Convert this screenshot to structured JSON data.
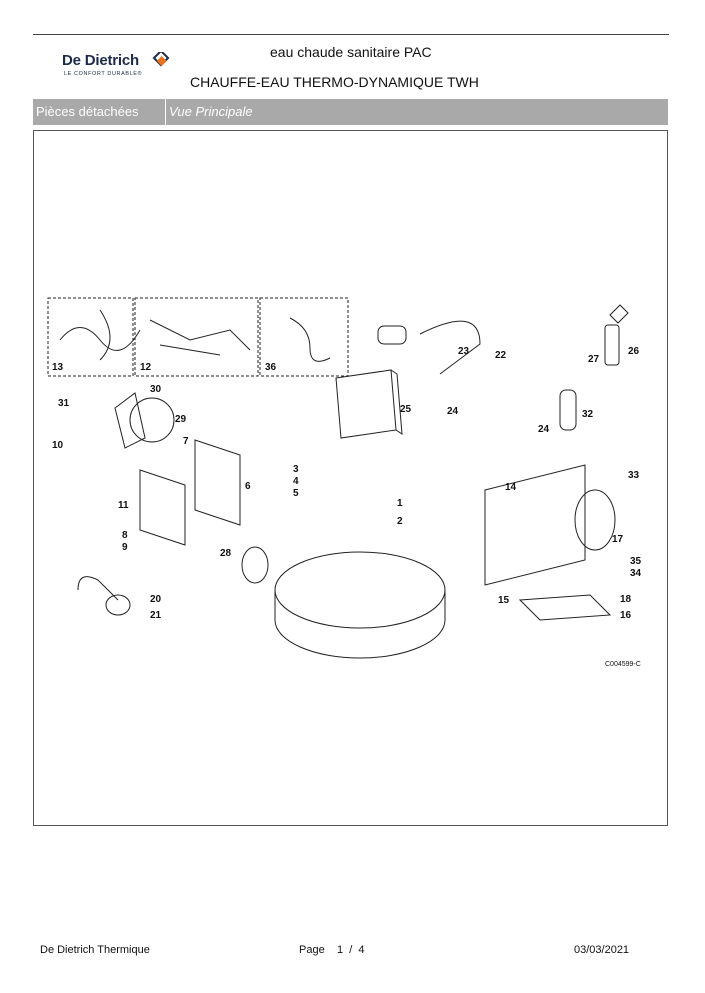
{
  "header": {
    "brand_name": "De Dietrich",
    "brand_tagline": "LE CONFORT DURABLE®",
    "title_line1": "eau chaude sanitaire PAC",
    "title_line2": "CHAUFFE-EAU THERMO-DYNAMIQUE TWH"
  },
  "tabs": {
    "left_label": "Pièces détachées",
    "right_label": "Vue Principale"
  },
  "diagram": {
    "drawing_ref": "C004599-C",
    "part_numbers": [
      "1",
      "2",
      "3",
      "4",
      "5",
      "6",
      "7",
      "8",
      "9",
      "10",
      "11",
      "12",
      "13",
      "14",
      "15",
      "16",
      "17",
      "18",
      "20",
      "21",
      "22",
      "23",
      "24",
      "24",
      "25",
      "26",
      "27",
      "28",
      "29",
      "30",
      "31",
      "32",
      "33",
      "34",
      "35",
      "36"
    ]
  },
  "footer": {
    "company": "De Dietrich Thermique",
    "page_label": "Page",
    "page_current": "1",
    "page_sep": "/",
    "page_total": "4",
    "date": "03/03/2021"
  },
  "colors": {
    "tab_bg": "#a9a9a9",
    "logo_blue": "#1d2a4a",
    "logo_orange": "#e8731e"
  }
}
